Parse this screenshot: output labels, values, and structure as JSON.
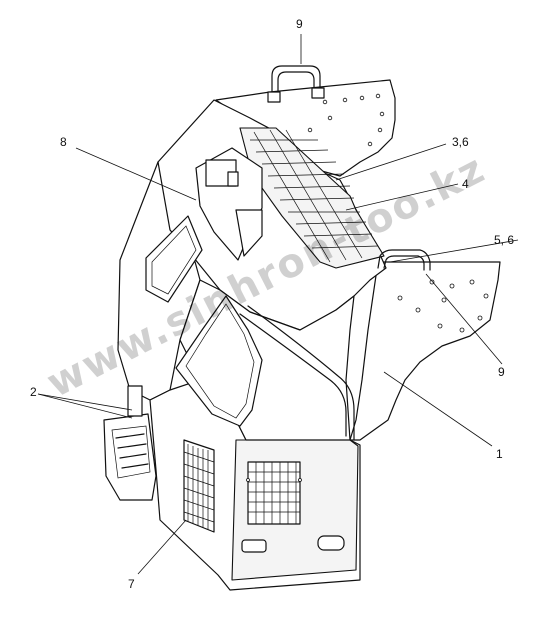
{
  "callouts": {
    "c9_top": "9",
    "c8": "8",
    "c36": "3,6",
    "c4": "4",
    "c56": "5, 6",
    "c9_right": "9",
    "c1": "1",
    "c2": "2",
    "c7": "7"
  },
  "watermark": "www.sinhron-too.kz"
}
